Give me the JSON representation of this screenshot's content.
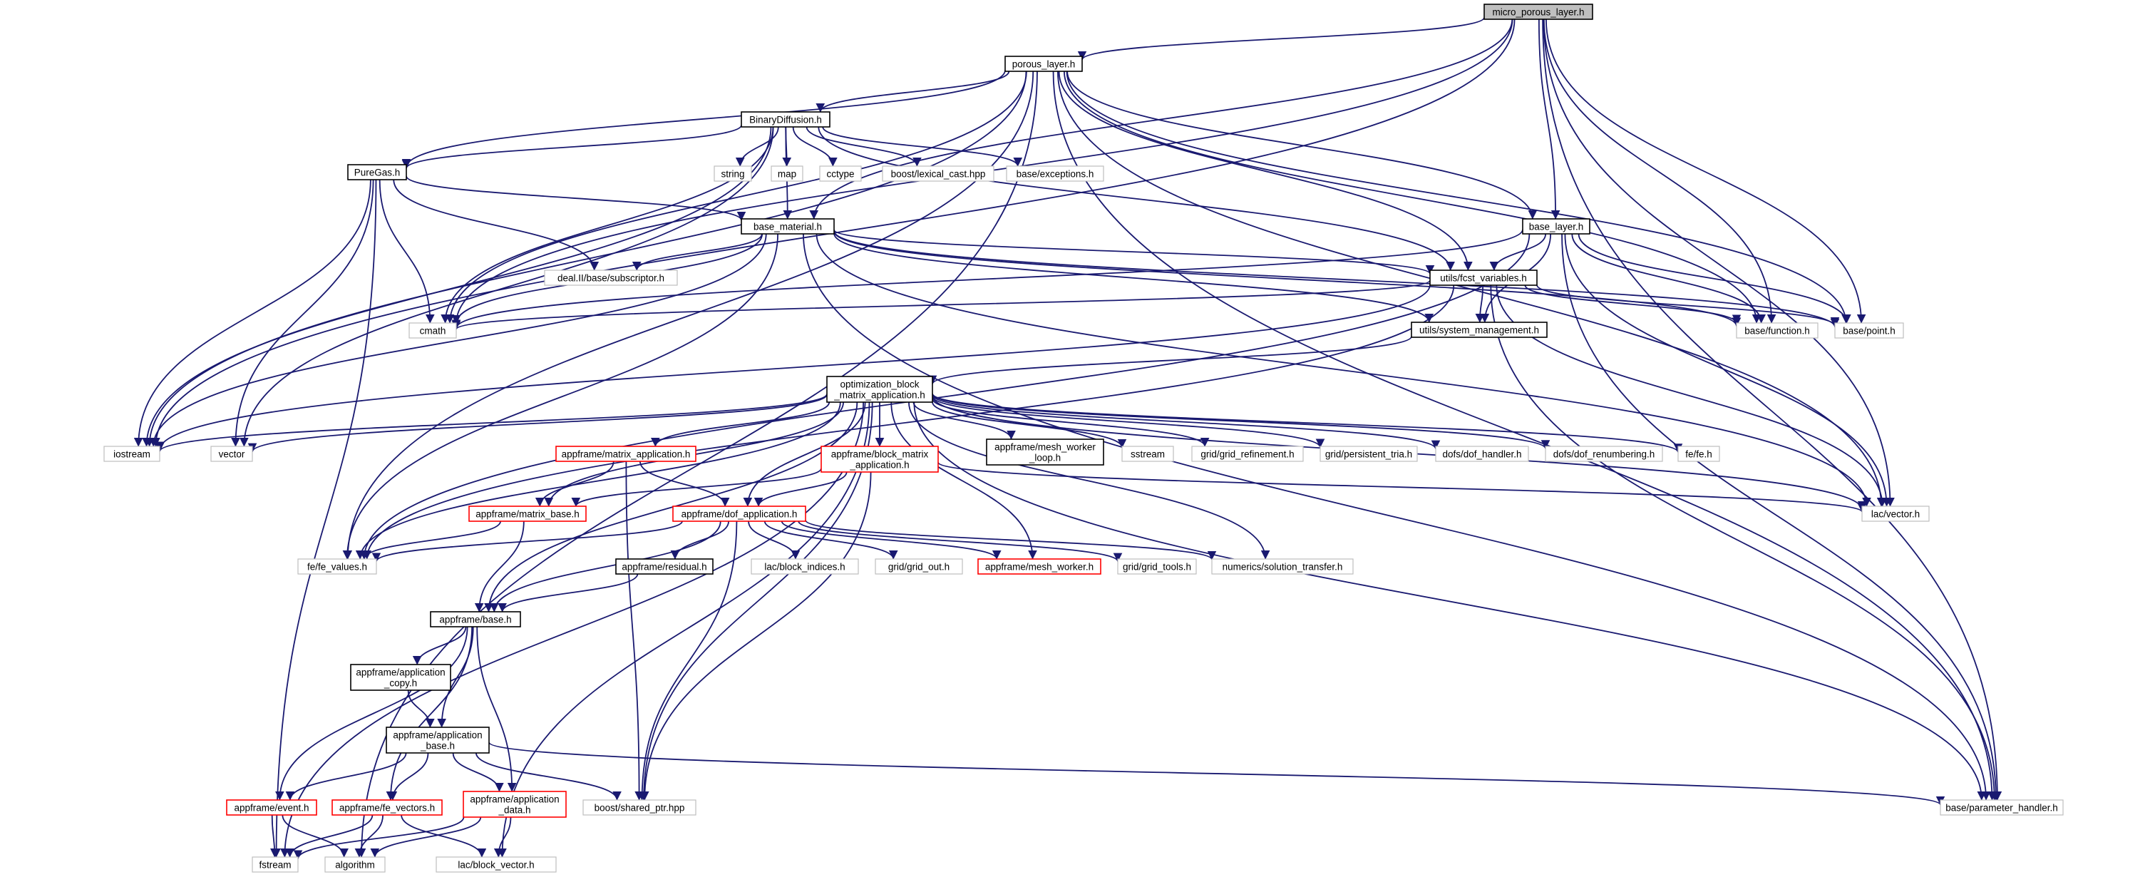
{
  "nodes": [
    {
      "id": "micro_porous_layer_h",
      "lines": [
        "micro_porous_layer.h"
      ],
      "kind": "root"
    },
    {
      "id": "porous_layer_h",
      "lines": [
        "porous_layer.h"
      ],
      "kind": "doc"
    },
    {
      "id": "BinaryDiffusion_h",
      "lines": [
        "BinaryDiffusion.h"
      ],
      "kind": "doc"
    },
    {
      "id": "PureGas_h",
      "lines": [
        "PureGas.h"
      ],
      "kind": "doc"
    },
    {
      "id": "base_material_h",
      "lines": [
        "base_material.h"
      ],
      "kind": "doc"
    },
    {
      "id": "base_layer_h",
      "lines": [
        "base_layer.h"
      ],
      "kind": "doc"
    },
    {
      "id": "utils_fcst_variables_h",
      "lines": [
        "utils/fcst_variables.h"
      ],
      "kind": "doc"
    },
    {
      "id": "utils_system_management_h",
      "lines": [
        "utils/system_management.h"
      ],
      "kind": "doc"
    },
    {
      "id": "optimization_block_matrix_application_h",
      "lines": [
        "optimization_block",
        "_matrix_application.h"
      ],
      "kind": "doc"
    },
    {
      "id": "appframe_matrix_application_h",
      "lines": [
        "appframe/matrix_application.h"
      ],
      "kind": "trunc"
    },
    {
      "id": "appframe_block_matrix_application_h",
      "lines": [
        "appframe/block_matrix",
        "_application.h"
      ],
      "kind": "trunc"
    },
    {
      "id": "appframe_mesh_worker_loop_h",
      "lines": [
        "appframe/mesh_worker",
        "_loop.h"
      ],
      "kind": "doc"
    },
    {
      "id": "appframe_matrix_base_h",
      "lines": [
        "appframe/matrix_base.h"
      ],
      "kind": "trunc"
    },
    {
      "id": "appframe_dof_application_h",
      "lines": [
        "appframe/dof_application.h"
      ],
      "kind": "trunc"
    },
    {
      "id": "appframe_residual_h",
      "lines": [
        "appframe/residual.h"
      ],
      "kind": "doc"
    },
    {
      "id": "appframe_mesh_worker_h",
      "lines": [
        "appframe/mesh_worker.h"
      ],
      "kind": "trunc"
    },
    {
      "id": "appframe_base_h",
      "lines": [
        "appframe/base.h"
      ],
      "kind": "doc"
    },
    {
      "id": "appframe_application_copy_h",
      "lines": [
        "appframe/application",
        "_copy.h"
      ],
      "kind": "doc"
    },
    {
      "id": "appframe_application_base_h",
      "lines": [
        "appframe/application",
        "_base.h"
      ],
      "kind": "doc"
    },
    {
      "id": "appframe_event_h",
      "lines": [
        "appframe/event.h"
      ],
      "kind": "trunc"
    },
    {
      "id": "appframe_fe_vectors_h",
      "lines": [
        "appframe/fe_vectors.h"
      ],
      "kind": "trunc"
    },
    {
      "id": "appframe_application_data_h",
      "lines": [
        "appframe/application",
        "_data.h"
      ],
      "kind": "trunc"
    },
    {
      "id": "string",
      "lines": [
        "string"
      ],
      "kind": "ext"
    },
    {
      "id": "map",
      "lines": [
        "map"
      ],
      "kind": "ext"
    },
    {
      "id": "cctype",
      "lines": [
        "cctype"
      ],
      "kind": "ext"
    },
    {
      "id": "boost_lexical_cast_hpp",
      "lines": [
        "boost/lexical_cast.hpp"
      ],
      "kind": "ext"
    },
    {
      "id": "base_exceptions_h",
      "lines": [
        "base/exceptions.h"
      ],
      "kind": "ext"
    },
    {
      "id": "deal_II_base_subscriptor_h",
      "lines": [
        "deal.II/base/subscriptor.h"
      ],
      "kind": "ext"
    },
    {
      "id": "cmath",
      "lines": [
        "cmath"
      ],
      "kind": "ext"
    },
    {
      "id": "base_function_h",
      "lines": [
        "base/function.h"
      ],
      "kind": "ext"
    },
    {
      "id": "base_point_h",
      "lines": [
        "base/point.h"
      ],
      "kind": "ext"
    },
    {
      "id": "iostream",
      "lines": [
        "iostream"
      ],
      "kind": "ext"
    },
    {
      "id": "vector",
      "lines": [
        "vector"
      ],
      "kind": "ext"
    },
    {
      "id": "sstream",
      "lines": [
        "sstream"
      ],
      "kind": "ext"
    },
    {
      "id": "grid_grid_refinement_h",
      "lines": [
        "grid/grid_refinement.h"
      ],
      "kind": "ext"
    },
    {
      "id": "grid_persistent_tria_h",
      "lines": [
        "grid/persistent_tria.h"
      ],
      "kind": "ext"
    },
    {
      "id": "dofs_dof_handler_h",
      "lines": [
        "dofs/dof_handler.h"
      ],
      "kind": "ext"
    },
    {
      "id": "dofs_dof_renumbering_h",
      "lines": [
        "dofs/dof_renumbering.h"
      ],
      "kind": "ext"
    },
    {
      "id": "fe_fe_h",
      "lines": [
        "fe/fe.h"
      ],
      "kind": "ext"
    },
    {
      "id": "lac_vector_h",
      "lines": [
        "lac/vector.h"
      ],
      "kind": "ext"
    },
    {
      "id": "fe_fe_values_h",
      "lines": [
        "fe/fe_values.h"
      ],
      "kind": "ext"
    },
    {
      "id": "lac_block_indices_h",
      "lines": [
        "lac/block_indices.h"
      ],
      "kind": "ext"
    },
    {
      "id": "grid_grid_out_h",
      "lines": [
        "grid/grid_out.h"
      ],
      "kind": "ext"
    },
    {
      "id": "grid_grid_tools_h",
      "lines": [
        "grid/grid_tools.h"
      ],
      "kind": "ext"
    },
    {
      "id": "numerics_solution_transfer_h",
      "lines": [
        "numerics/solution_transfer.h"
      ],
      "kind": "ext"
    },
    {
      "id": "boost_shared_ptr_hpp",
      "lines": [
        "boost/shared_ptr.hpp"
      ],
      "kind": "ext"
    },
    {
      "id": "base_parameter_handler_h",
      "lines": [
        "base/parameter_handler.h"
      ],
      "kind": "ext"
    },
    {
      "id": "fstream",
      "lines": [
        "fstream"
      ],
      "kind": "ext"
    },
    {
      "id": "algorithm",
      "lines": [
        "algorithm"
      ],
      "kind": "ext"
    },
    {
      "id": "lac_block_vector_h",
      "lines": [
        "lac/block_vector.h"
      ],
      "kind": "ext"
    }
  ],
  "edges": [
    [
      "micro_porous_layer_h",
      "porous_layer_h"
    ],
    [
      "micro_porous_layer_h",
      "base_material_h"
    ],
    [
      "micro_porous_layer_h",
      "base_layer_h"
    ],
    [
      "micro_porous_layer_h",
      "base_function_h"
    ],
    [
      "micro_porous_layer_h",
      "base_point_h"
    ],
    [
      "micro_porous_layer_h",
      "lac_vector_h"
    ],
    [
      "micro_porous_layer_h",
      "base_parameter_handler_h"
    ],
    [
      "micro_porous_layer_h",
      "iostream"
    ],
    [
      "micro_porous_layer_h",
      "cmath"
    ],
    [
      "porous_layer_h",
      "BinaryDiffusion_h"
    ],
    [
      "porous_layer_h",
      "PureGas_h"
    ],
    [
      "porous_layer_h",
      "base_layer_h"
    ],
    [
      "porous_layer_h",
      "utils_fcst_variables_h"
    ],
    [
      "porous_layer_h",
      "base_function_h"
    ],
    [
      "porous_layer_h",
      "base_point_h"
    ],
    [
      "porous_layer_h",
      "lac_vector_h"
    ],
    [
      "porous_layer_h",
      "base_parameter_handler_h"
    ],
    [
      "porous_layer_h",
      "iostream"
    ],
    [
      "porous_layer_h",
      "cmath"
    ],
    [
      "porous_layer_h",
      "fe_fe_values_h"
    ],
    [
      "porous_layer_h",
      "algorithm"
    ],
    [
      "BinaryDiffusion_h",
      "PureGas_h"
    ],
    [
      "BinaryDiffusion_h",
      "string"
    ],
    [
      "BinaryDiffusion_h",
      "map"
    ],
    [
      "BinaryDiffusion_h",
      "cctype"
    ],
    [
      "BinaryDiffusion_h",
      "boost_lexical_cast_hpp"
    ],
    [
      "BinaryDiffusion_h",
      "base_exceptions_h"
    ],
    [
      "BinaryDiffusion_h",
      "utils_fcst_variables_h"
    ],
    [
      "BinaryDiffusion_h",
      "base_material_h"
    ],
    [
      "BinaryDiffusion_h",
      "cmath"
    ],
    [
      "BinaryDiffusion_h",
      "iostream"
    ],
    [
      "BinaryDiffusion_h",
      "vector"
    ],
    [
      "PureGas_h",
      "base_material_h"
    ],
    [
      "PureGas_h",
      "deal_II_base_subscriptor_h"
    ],
    [
      "PureGas_h",
      "cmath"
    ],
    [
      "PureGas_h",
      "iostream"
    ],
    [
      "PureGas_h",
      "vector"
    ],
    [
      "PureGas_h",
      "fstream"
    ],
    [
      "base_material_h",
      "deal_II_base_subscriptor_h"
    ],
    [
      "base_material_h",
      "utils_fcst_variables_h"
    ],
    [
      "base_material_h",
      "utils_system_management_h"
    ],
    [
      "base_material_h",
      "base_function_h"
    ],
    [
      "base_material_h",
      "base_point_h"
    ],
    [
      "base_material_h",
      "lac_vector_h"
    ],
    [
      "base_material_h",
      "base_parameter_handler_h"
    ],
    [
      "base_material_h",
      "cmath"
    ],
    [
      "base_material_h",
      "iostream"
    ],
    [
      "base_material_h",
      "fe_fe_values_h"
    ],
    [
      "base_layer_h",
      "utils_fcst_variables_h"
    ],
    [
      "base_layer_h",
      "utils_system_management_h"
    ],
    [
      "base_layer_h",
      "base_function_h"
    ],
    [
      "base_layer_h",
      "base_point_h"
    ],
    [
      "base_layer_h",
      "lac_vector_h"
    ],
    [
      "base_layer_h",
      "base_parameter_handler_h"
    ],
    [
      "base_layer_h",
      "cmath"
    ],
    [
      "base_layer_h",
      "fe_fe_values_h"
    ],
    [
      "utils_fcst_variables_h",
      "utils_system_management_h"
    ],
    [
      "utils_fcst_variables_h",
      "base_function_h"
    ],
    [
      "utils_fcst_variables_h",
      "base_point_h"
    ],
    [
      "utils_fcst_variables_h",
      "cmath"
    ],
    [
      "utils_fcst_variables_h",
      "iostream"
    ],
    [
      "utils_fcst_variables_h",
      "lac_vector_h"
    ],
    [
      "utils_fcst_variables_h",
      "base_parameter_handler_h"
    ],
    [
      "utils_fcst_variables_h",
      "fe_fe_values_h"
    ],
    [
      "utils_system_management_h",
      "optimization_block_matrix_application_h"
    ],
    [
      "optimization_block_matrix_application_h",
      "iostream"
    ],
    [
      "optimization_block_matrix_application_h",
      "vector"
    ],
    [
      "optimization_block_matrix_application_h",
      "appframe_matrix_application_h"
    ],
    [
      "optimization_block_matrix_application_h",
      "appframe_block_matrix_application_h"
    ],
    [
      "optimization_block_matrix_application_h",
      "appframe_mesh_worker_loop_h"
    ],
    [
      "optimization_block_matrix_application_h",
      "sstream"
    ],
    [
      "optimization_block_matrix_application_h",
      "grid_grid_refinement_h"
    ],
    [
      "optimization_block_matrix_application_h",
      "grid_persistent_tria_h"
    ],
    [
      "optimization_block_matrix_application_h",
      "dofs_dof_handler_h"
    ],
    [
      "optimization_block_matrix_application_h",
      "dofs_dof_renumbering_h"
    ],
    [
      "optimization_block_matrix_application_h",
      "fe_fe_h"
    ],
    [
      "optimization_block_matrix_application_h",
      "lac_vector_h"
    ],
    [
      "optimization_block_matrix_application_h",
      "fe_fe_values_h"
    ],
    [
      "optimization_block_matrix_application_h",
      "appframe_matrix_base_h"
    ],
    [
      "optimization_block_matrix_application_h",
      "appframe_dof_application_h"
    ],
    [
      "optimization_block_matrix_application_h",
      "appframe_base_h"
    ],
    [
      "optimization_block_matrix_application_h",
      "appframe_mesh_worker_h"
    ],
    [
      "optimization_block_matrix_application_h",
      "numerics_solution_transfer_h"
    ],
    [
      "optimization_block_matrix_application_h",
      "boost_shared_ptr_hpp"
    ],
    [
      "optimization_block_matrix_application_h",
      "base_parameter_handler_h"
    ],
    [
      "optimization_block_matrix_application_h",
      "fstream"
    ],
    [
      "optimization_block_matrix_application_h",
      "lac_block_vector_h"
    ],
    [
      "appframe_matrix_application_h",
      "appframe_matrix_base_h"
    ],
    [
      "appframe_matrix_application_h",
      "appframe_dof_application_h"
    ],
    [
      "appframe_matrix_application_h",
      "boost_shared_ptr_hpp"
    ],
    [
      "appframe_block_matrix_application_h",
      "appframe_matrix_base_h"
    ],
    [
      "appframe_block_matrix_application_h",
      "appframe_dof_application_h"
    ],
    [
      "appframe_block_matrix_application_h",
      "lac_vector_h"
    ],
    [
      "appframe_block_matrix_application_h",
      "boost_shared_ptr_hpp"
    ],
    [
      "appframe_matrix_base_h",
      "fe_fe_values_h"
    ],
    [
      "appframe_matrix_base_h",
      "appframe_base_h"
    ],
    [
      "appframe_dof_application_h",
      "fe_fe_values_h"
    ],
    [
      "appframe_dof_application_h",
      "appframe_residual_h"
    ],
    [
      "appframe_dof_application_h",
      "lac_block_indices_h"
    ],
    [
      "appframe_dof_application_h",
      "grid_grid_out_h"
    ],
    [
      "appframe_dof_application_h",
      "appframe_mesh_worker_h"
    ],
    [
      "appframe_dof_application_h",
      "grid_grid_tools_h"
    ],
    [
      "appframe_dof_application_h",
      "numerics_solution_transfer_h"
    ],
    [
      "appframe_dof_application_h",
      "appframe_base_h"
    ],
    [
      "appframe_dof_application_h",
      "boost_shared_ptr_hpp"
    ],
    [
      "appframe_residual_h",
      "appframe_base_h"
    ],
    [
      "appframe_base_h",
      "appframe_application_copy_h"
    ],
    [
      "appframe_base_h",
      "appframe_application_base_h"
    ],
    [
      "appframe_base_h",
      "appframe_event_h"
    ],
    [
      "appframe_base_h",
      "appframe_fe_vectors_h"
    ],
    [
      "appframe_base_h",
      "appframe_application_data_h"
    ],
    [
      "appframe_application_copy_h",
      "appframe_application_base_h"
    ],
    [
      "appframe_application_base_h",
      "appframe_event_h"
    ],
    [
      "appframe_application_base_h",
      "appframe_fe_vectors_h"
    ],
    [
      "appframe_application_base_h",
      "appframe_application_data_h"
    ],
    [
      "appframe_application_base_h",
      "boost_shared_ptr_hpp"
    ],
    [
      "appframe_application_base_h",
      "base_parameter_handler_h"
    ],
    [
      "appframe_event_h",
      "fstream"
    ],
    [
      "appframe_event_h",
      "algorithm"
    ],
    [
      "appframe_fe_vectors_h",
      "fstream"
    ],
    [
      "appframe_fe_vectors_h",
      "algorithm"
    ],
    [
      "appframe_fe_vectors_h",
      "lac_block_vector_h"
    ],
    [
      "appframe_application_data_h",
      "fstream"
    ],
    [
      "appframe_application_data_h",
      "algorithm"
    ],
    [
      "appframe_application_data_h",
      "lac_block_vector_h"
    ]
  ],
  "colors": {
    "edge": "#191970",
    "root_fill": "#bfbfbf",
    "doc_border": "#000000",
    "trunc_border": "#ff0000",
    "ext_border": "#bfbfbf",
    "background": "#ffffff"
  }
}
